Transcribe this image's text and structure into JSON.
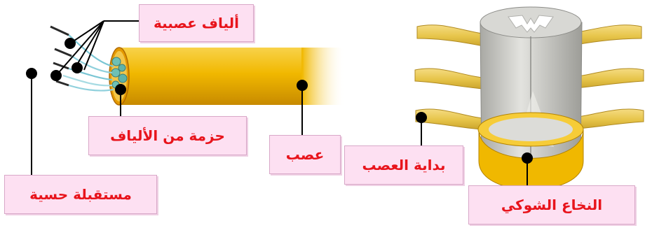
{
  "labels": {
    "nerve_fibers": "ألياف عصبية",
    "fiber_bundle": "حزمة من الألياف",
    "nerve": "عصب",
    "sensory_receptor": "مستقبلة حسية",
    "nerve_start": "بداية العصب",
    "spinal_cord": "النخاع الشوكي"
  },
  "colors": {
    "label_text": "#e8141c",
    "label_bg": "#fde0f2",
    "nerve_yellow": "#f0b400",
    "cord_gray": "#c9c9c5",
    "pointer": "#000000"
  }
}
